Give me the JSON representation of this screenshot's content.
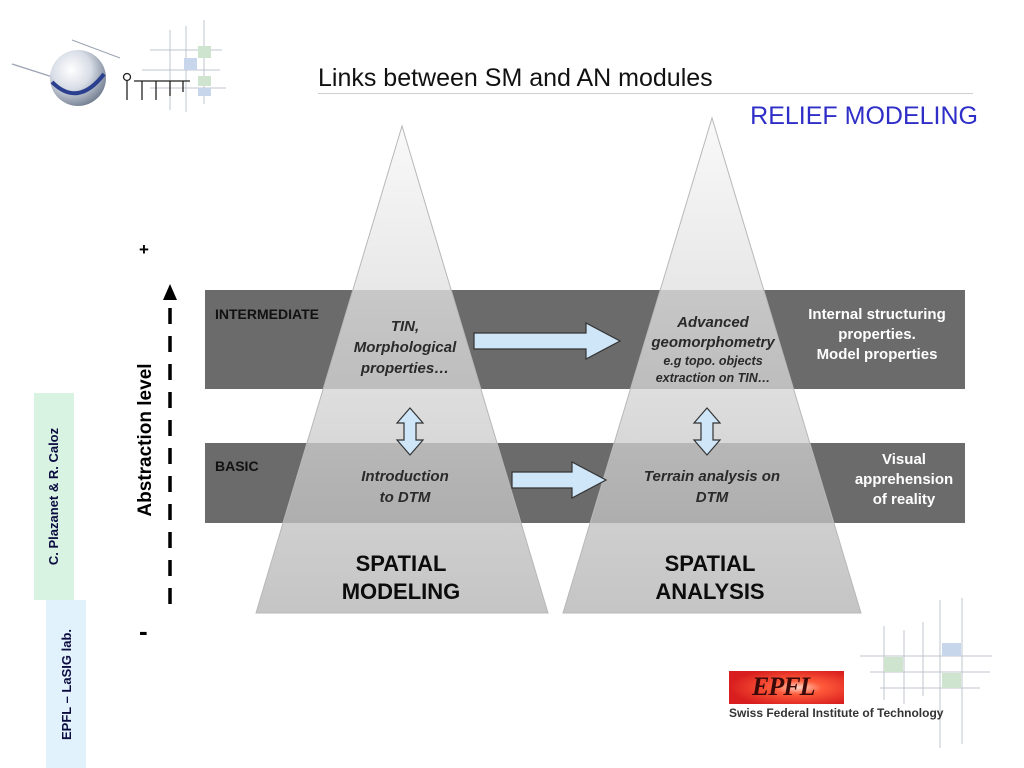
{
  "title": "Links between SM and AN modules",
  "subtitle": "RELIEF MODELING",
  "axis": {
    "label": "Abstraction level",
    "plus": "+",
    "minus": "-"
  },
  "bands": {
    "intermediate": {
      "label": "INTERMEDIATE",
      "right_text": [
        "Internal structuring",
        "properties.",
        "Model properties"
      ]
    },
    "basic": {
      "label": "BASIC",
      "right_text": [
        "Visual",
        "apprehension",
        "of reality"
      ]
    }
  },
  "modeling": {
    "base": [
      "SPATIAL",
      "MODELING"
    ],
    "intermediate": [
      "TIN,",
      "Morphological",
      "properties…"
    ],
    "basic": [
      "Introduction",
      "to DTM"
    ]
  },
  "analysis": {
    "base": [
      "SPATIAL",
      "ANALYSIS"
    ],
    "intermediate": [
      "Advanced",
      "geomorphometry"
    ],
    "intermediate_note": [
      "e.g topo. objects",
      "extraction on TIN…"
    ],
    "basic": [
      "Terrain analysis on",
      "DTM"
    ]
  },
  "side": {
    "authors": "C. Plazanet & R. Caloz",
    "lab": "EPFL – LaSIG lab."
  },
  "logo": {
    "wordmark": "EPFL",
    "caption": "Swiss Federal Institute of Technology",
    "color": "#e02424"
  },
  "colors": {
    "band": "#6b6b6b",
    "arrow_fill": "#cfe6f8",
    "arrow_stroke": "#333333",
    "title_accent": "#2f2fc8",
    "strip_green": "#d9f3e3",
    "strip_blue": "#e2f2fc"
  }
}
